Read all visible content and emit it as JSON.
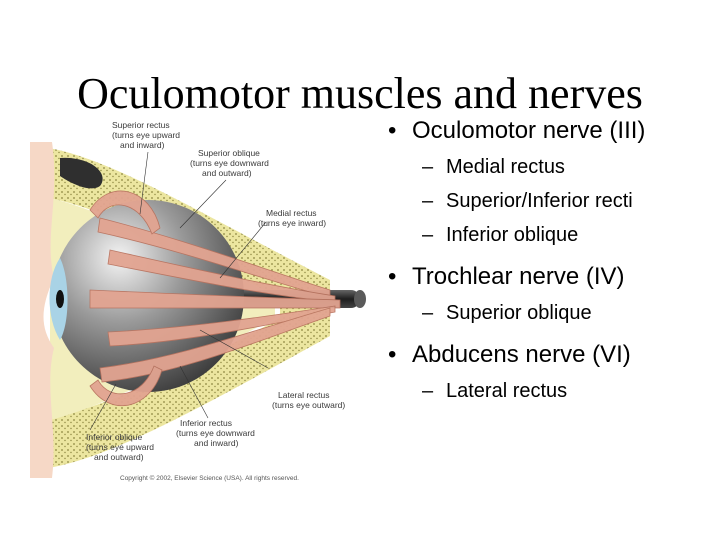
{
  "title": "Oculomotor muscles and nerves",
  "figure": {
    "labels": {
      "superior_rectus": [
        "Superior rectus",
        "(turns eye upward",
        "and inward)"
      ],
      "superior_oblique": [
        "Superior oblique",
        "(turns eye downward",
        "and outward)"
      ],
      "medial_rectus": [
        "Medial rectus",
        "(turns eye inward)"
      ],
      "lateral_rectus": [
        "Lateral rectus",
        "(turns eye outward)"
      ],
      "inferior_rectus": [
        "Inferior rectus",
        "(turns eye downward",
        "and inward)"
      ],
      "inferior_oblique": [
        "Inferior oblique",
        "(turns eye upward",
        "and outward)"
      ]
    },
    "copyright": "Copyright © 2002, Elsevier Science (USA). All rights reserved.",
    "colors": {
      "muscle": "#e2a491",
      "bone": "#ece6a0",
      "eyeball": "#8a8a8a",
      "iris": "#a9d3e6",
      "nerve": "#2b2b2b"
    }
  },
  "bullets": [
    {
      "mark": "•",
      "text": "Oculomotor nerve (III)",
      "subs": [
        {
          "mark": "–",
          "text": "Medial rectus"
        },
        {
          "mark": "–",
          "text": "Superior/Inferior recti"
        },
        {
          "mark": "–",
          "text": "Inferior oblique"
        }
      ]
    },
    {
      "mark": "•",
      "text": "Trochlear nerve (IV)",
      "subs": [
        {
          "mark": "–",
          "text": "Superior oblique"
        }
      ]
    },
    {
      "mark": "•",
      "text": "Abducens nerve (VI)",
      "subs": [
        {
          "mark": "–",
          "text": "Lateral rectus"
        }
      ]
    }
  ]
}
